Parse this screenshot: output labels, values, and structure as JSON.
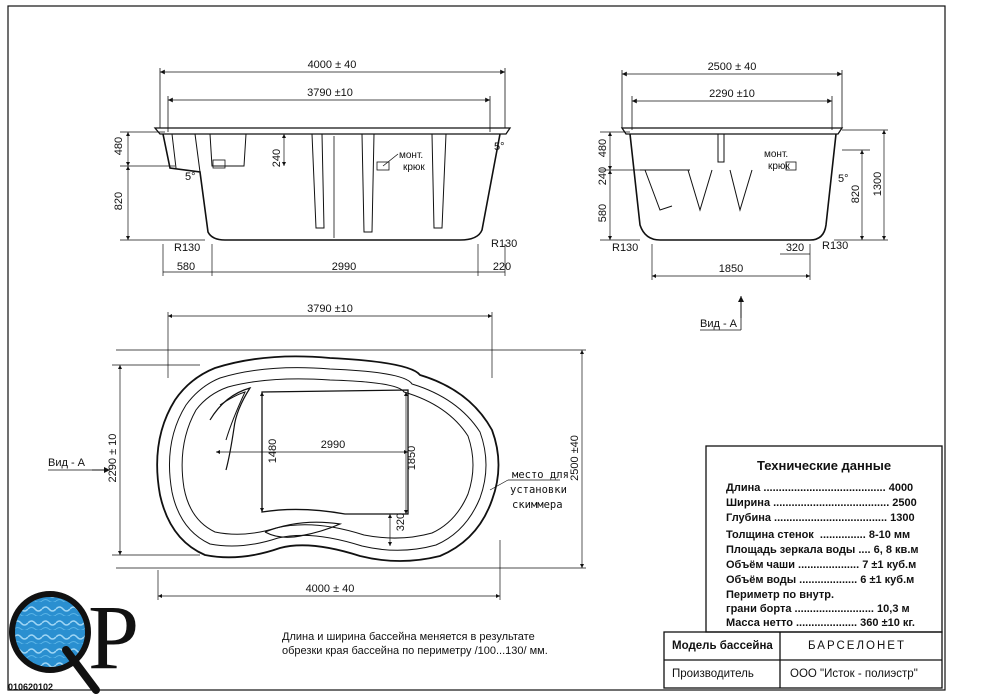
{
  "side_view": {
    "overall_length": "4000 ± 40",
    "inner_length": "3790 ±10",
    "h_top": "480",
    "h_bottom": "820",
    "step_height": "240",
    "angle_left": "5°",
    "angle_right": "5°",
    "radius_left": "R130",
    "radius_right": "R130",
    "foot_left": "580",
    "floor_length": "2990",
    "foot_right": "220",
    "hook_label_1": "монт.",
    "hook_label_2": "крюк"
  },
  "end_view": {
    "overall_width": "2500 ± 40",
    "inner_width": "2290 ±10",
    "h_top": "480",
    "h_mid": "240",
    "h_low": "580",
    "depth": "820",
    "total_height": "1300",
    "angle": "5°",
    "radius_left": "R130",
    "radius_right": "R130",
    "floor_width": "1850",
    "offset": "320",
    "hook_label_1": "монт.",
    "hook_label_2": "крюк",
    "view_label": "Вид - А"
  },
  "plan_view": {
    "inner_length": "3790 ±10",
    "overall_length": "4000 ± 40",
    "inner_width": "2290 ± 10",
    "overall_width": "2500 ±40",
    "floor_length": "2990",
    "step_width": "1480",
    "floor_width": "1850",
    "offset": "320",
    "view_label": "Вид - А",
    "skimmer_note": [
      "место для",
      "установки",
      "скиммера"
    ]
  },
  "note": [
    "Длина и ширина бассейна меняется в результате",
    "обрезки края бассейна по периметру /100...130/ мм."
  ],
  "specs": {
    "title": "Технические данные",
    "rows": [
      "Длина ........................................ 4000",
      "Ширина ...................................... 2500",
      "Глубина ..................................... 1300",
      "Толщина стенок  ............... 8-10 мм",
      "Площадь зеркала воды .... 6, 8 кв.м",
      "Объём чаши .................... 7 ±1 куб.м",
      "Объём воды ................... 6 ±1 куб.м",
      "Периметр по внутр.",
      "грани борта .......................... 10,3 м",
      "Масса нетто .................... 360 ±10 кг."
    ]
  },
  "title_block": {
    "model_label": "Модель бассейна",
    "model_value": "БАРСЕЛОНЕТ",
    "maker_label": "Производитель",
    "maker_value": "ООО \"Исток - полиэстр\""
  },
  "logo": {
    "text": "QP",
    "code": "010620102"
  },
  "colors": {
    "ink": "#111111",
    "logo_water": "#2a8fd0"
  }
}
